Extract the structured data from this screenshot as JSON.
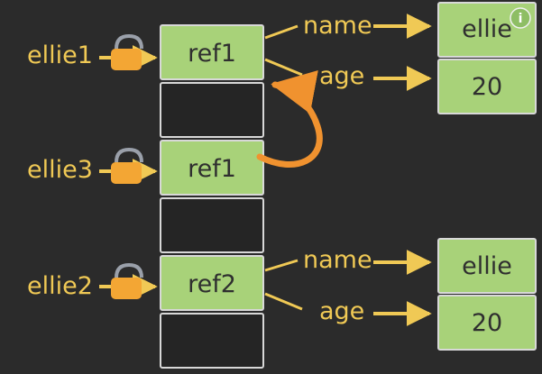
{
  "colors": {
    "background": "#2b2b2b",
    "cell_green": "#a8d279",
    "cell_border": "#d8d8d8",
    "empty_cell": "#252525",
    "yellow": "#f0c955",
    "lock_orange": "#f3a634",
    "arrow_orange": "#f0922f",
    "info_green": "#8ebe64"
  },
  "variables": [
    {
      "name": "ellie1",
      "icon": "lock-icon"
    },
    {
      "name": "ellie3",
      "icon": "lock-icon"
    },
    {
      "name": "ellie2",
      "icon": "lock-icon"
    }
  ],
  "memory_cells": [
    {
      "label": "ref1"
    },
    {
      "label": ""
    },
    {
      "label": "ref1"
    },
    {
      "label": ""
    },
    {
      "label": "ref2"
    },
    {
      "label": ""
    }
  ],
  "objects": [
    {
      "fields": [
        {
          "key": "name",
          "value": "ellie"
        },
        {
          "key": "age",
          "value": "20"
        }
      ]
    },
    {
      "fields": [
        {
          "key": "name",
          "value": "ellie"
        },
        {
          "key": "age",
          "value": "20"
        }
      ]
    }
  ],
  "info_badge": {
    "icon": "info-icon",
    "symbol": "i"
  }
}
